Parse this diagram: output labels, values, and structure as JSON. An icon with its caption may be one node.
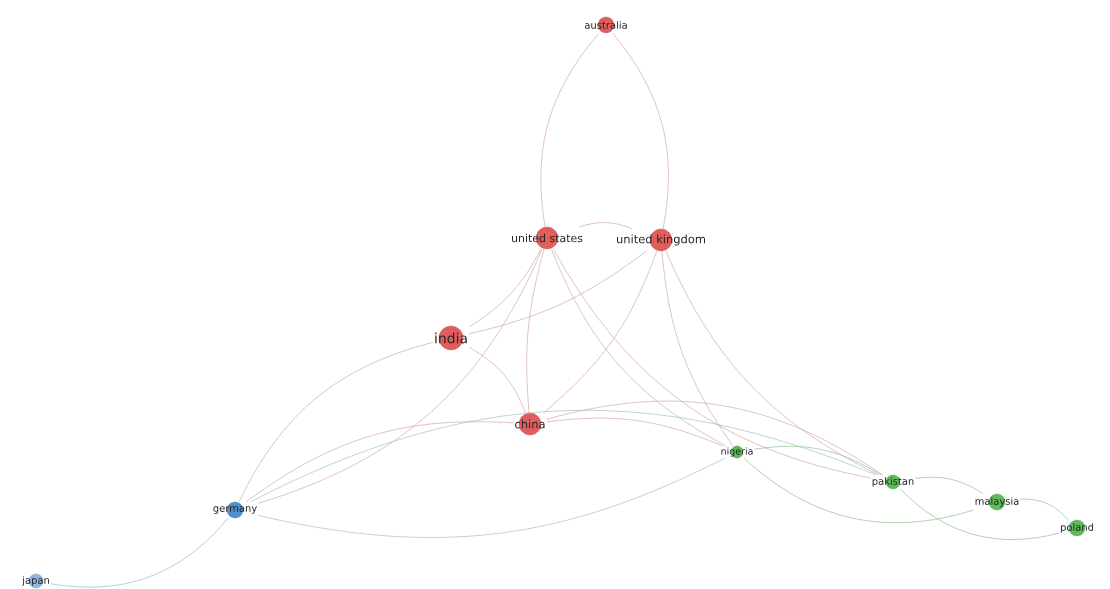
{
  "diagram": {
    "nodes": [
      {
        "text": [
          "australia"
        ]
      },
      {
        "text": [
          "united states"
        ]
      },
      {
        "text": [
          "united kingdom"
        ]
      },
      {
        "text": [
          "india"
        ]
      },
      {
        "text": [
          "china"
        ]
      },
      {
        "text": [
          "nigeria"
        ]
      },
      {
        "text": [
          "germany"
        ]
      },
      {
        "text": [
          "pakistan"
        ]
      },
      {
        "text": [
          "malaysia"
        ]
      },
      {
        "text": [
          "poland"
        ]
      },
      {
        "text": [
          "japan"
        ]
      }
    ],
    "edges": [
      {
        "from": 0,
        "to": 1,
        "arrow": "none"
      },
      {
        "from": 0,
        "to": 2,
        "arrow": "none"
      },
      {
        "from": 1,
        "to": 2,
        "arrow": "none"
      },
      {
        "from": 1,
        "to": 3,
        "arrow": "none"
      },
      {
        "from": 1,
        "to": 4,
        "arrow": "none"
      },
      {
        "from": 1,
        "to": 6,
        "arrow": "none"
      },
      {
        "from": 1,
        "to": 5,
        "arrow": "none"
      },
      {
        "from": 1,
        "to": 7,
        "arrow": "none"
      },
      {
        "from": 2,
        "to": 3,
        "arrow": "none"
      },
      {
        "from": 2,
        "to": 4,
        "arrow": "none"
      },
      {
        "from": 2,
        "to": 5,
        "arrow": "none"
      },
      {
        "from": 2,
        "to": 7,
        "arrow": "none"
      },
      {
        "from": 3,
        "to": 4,
        "arrow": "none"
      },
      {
        "from": 3,
        "to": 6,
        "arrow": "none"
      },
      {
        "from": 4,
        "to": 6,
        "arrow": "none"
      },
      {
        "from": 4,
        "to": 5,
        "arrow": "none"
      },
      {
        "from": 4,
        "to": 7,
        "arrow": "none"
      },
      {
        "from": 6,
        "to": 5,
        "arrow": "none",
        "color": "#9fc2c6"
      },
      {
        "from": 6,
        "to": 7,
        "arrow": "none",
        "color": "#9fc2c6"
      },
      {
        "from": 6,
        "to": 10,
        "arrow": "none",
        "color": "#9ab8d6"
      },
      {
        "from": 5,
        "to": 7,
        "arrow": "none",
        "color": "#92c08e"
      },
      {
        "from": 5,
        "to": 8,
        "arrow": "none",
        "color": "#92c08e"
      },
      {
        "from": 7,
        "to": 8,
        "arrow": "none",
        "color": "#92c08e"
      },
      {
        "from": 7,
        "to": 9,
        "arrow": "none",
        "color": "#92c08e"
      },
      {
        "from": 8,
        "to": 9,
        "arrow": "none",
        "color": "#92c08e"
      }
    ]
  }
}
